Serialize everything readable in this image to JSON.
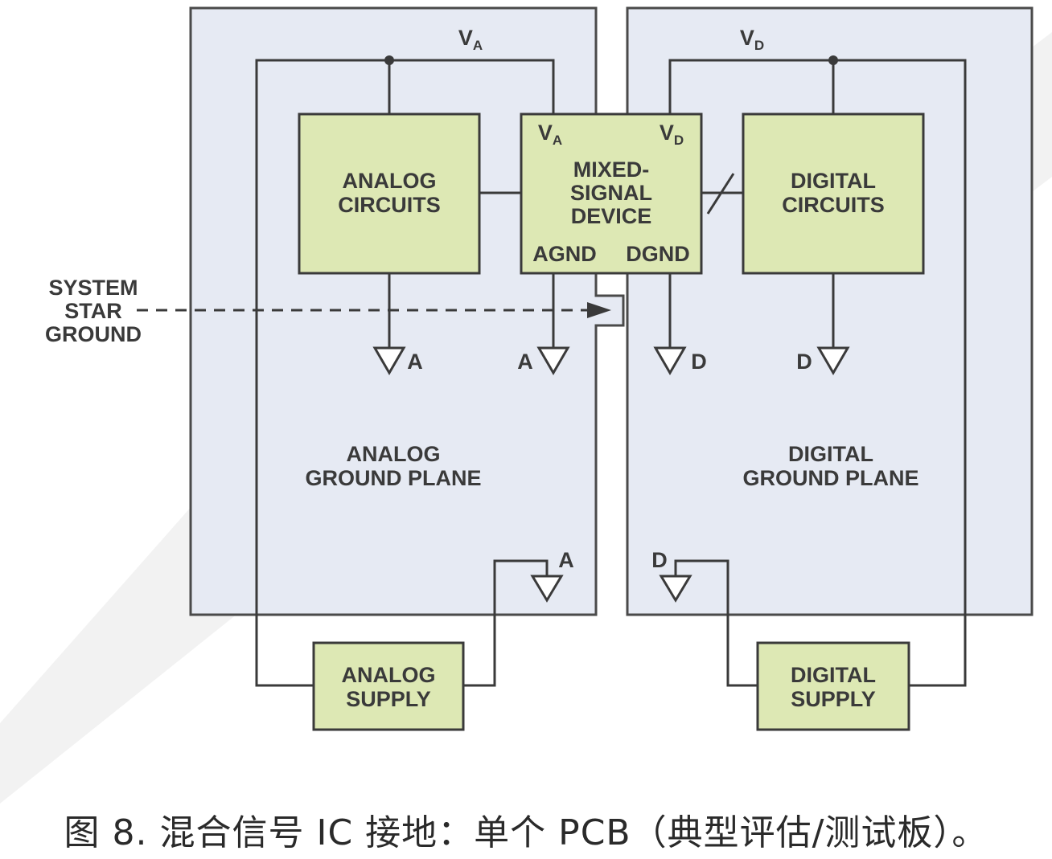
{
  "diagram": {
    "va_top": "V",
    "va_top_sub": "A",
    "vd_top": "V",
    "vd_top_sub": "D",
    "analog_circuits": [
      "ANALOG",
      "CIRCUITS"
    ],
    "digital_circuits": [
      "DIGITAL",
      "CIRCUITS"
    ],
    "mixed_signal": [
      "MIXED-",
      "SIGNAL",
      "DEVICE"
    ],
    "pin_va": "V",
    "pin_va_sub": "A",
    "pin_vd": "V",
    "pin_vd_sub": "D",
    "pin_agnd": "AGND",
    "pin_dgnd": "DGND",
    "star_ground": [
      "SYSTEM",
      "STAR",
      "GROUND"
    ],
    "gnd_a": "A",
    "gnd_d": "D",
    "analog_plane": [
      "ANALOG",
      "GROUND PLANE"
    ],
    "digital_plane": [
      "DIGITAL",
      "GROUND PLANE"
    ],
    "analog_supply": [
      "ANALOG",
      "SUPPLY"
    ],
    "digital_supply": [
      "DIGITAL",
      "SUPPLY"
    ]
  },
  "caption": "图 8. 混合信号 IC 接地：单个 PCB（典型评估/测试板）。",
  "colors": {
    "plane_fill": "#e6eaf3",
    "box_fill": "#dde8b4",
    "line": "#3a3a3a"
  }
}
